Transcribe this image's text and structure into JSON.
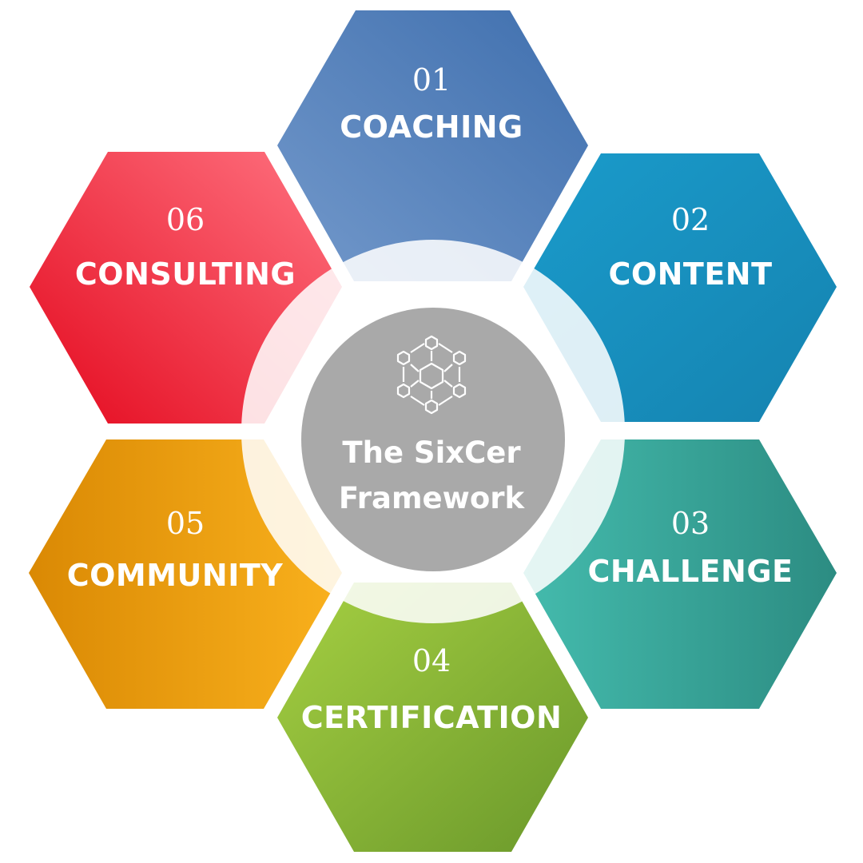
{
  "center": {
    "title_line1": "The SixCer",
    "title_line2": "Framework",
    "icon": "hexagon-network-icon",
    "color": "#a9a9a9"
  },
  "ring_color": "#e6ecf4",
  "segments": [
    {
      "number": "01",
      "label": "COACHING",
      "color_from": "#7399cb",
      "color_to": "#3f6fae"
    },
    {
      "number": "02",
      "label": "CONTENT",
      "color_from": "#1795c6",
      "color_to": "#1585b3"
    },
    {
      "number": "03",
      "label": "CHALLENGE",
      "color_from": "#41b8ab",
      "color_to": "#2e8d83"
    },
    {
      "number": "04",
      "label": "CERTIFICATION",
      "color_from": "#a2cc43",
      "color_to": "#6b9a2a"
    },
    {
      "number": "05",
      "label": "COMMUNITY",
      "color_from": "#dc8b04",
      "color_to": "#f7ad1b"
    },
    {
      "number": "06",
      "label": "CONSULTING",
      "color_from": "#fe6d7b",
      "color_to": "#e50e22"
    }
  ]
}
